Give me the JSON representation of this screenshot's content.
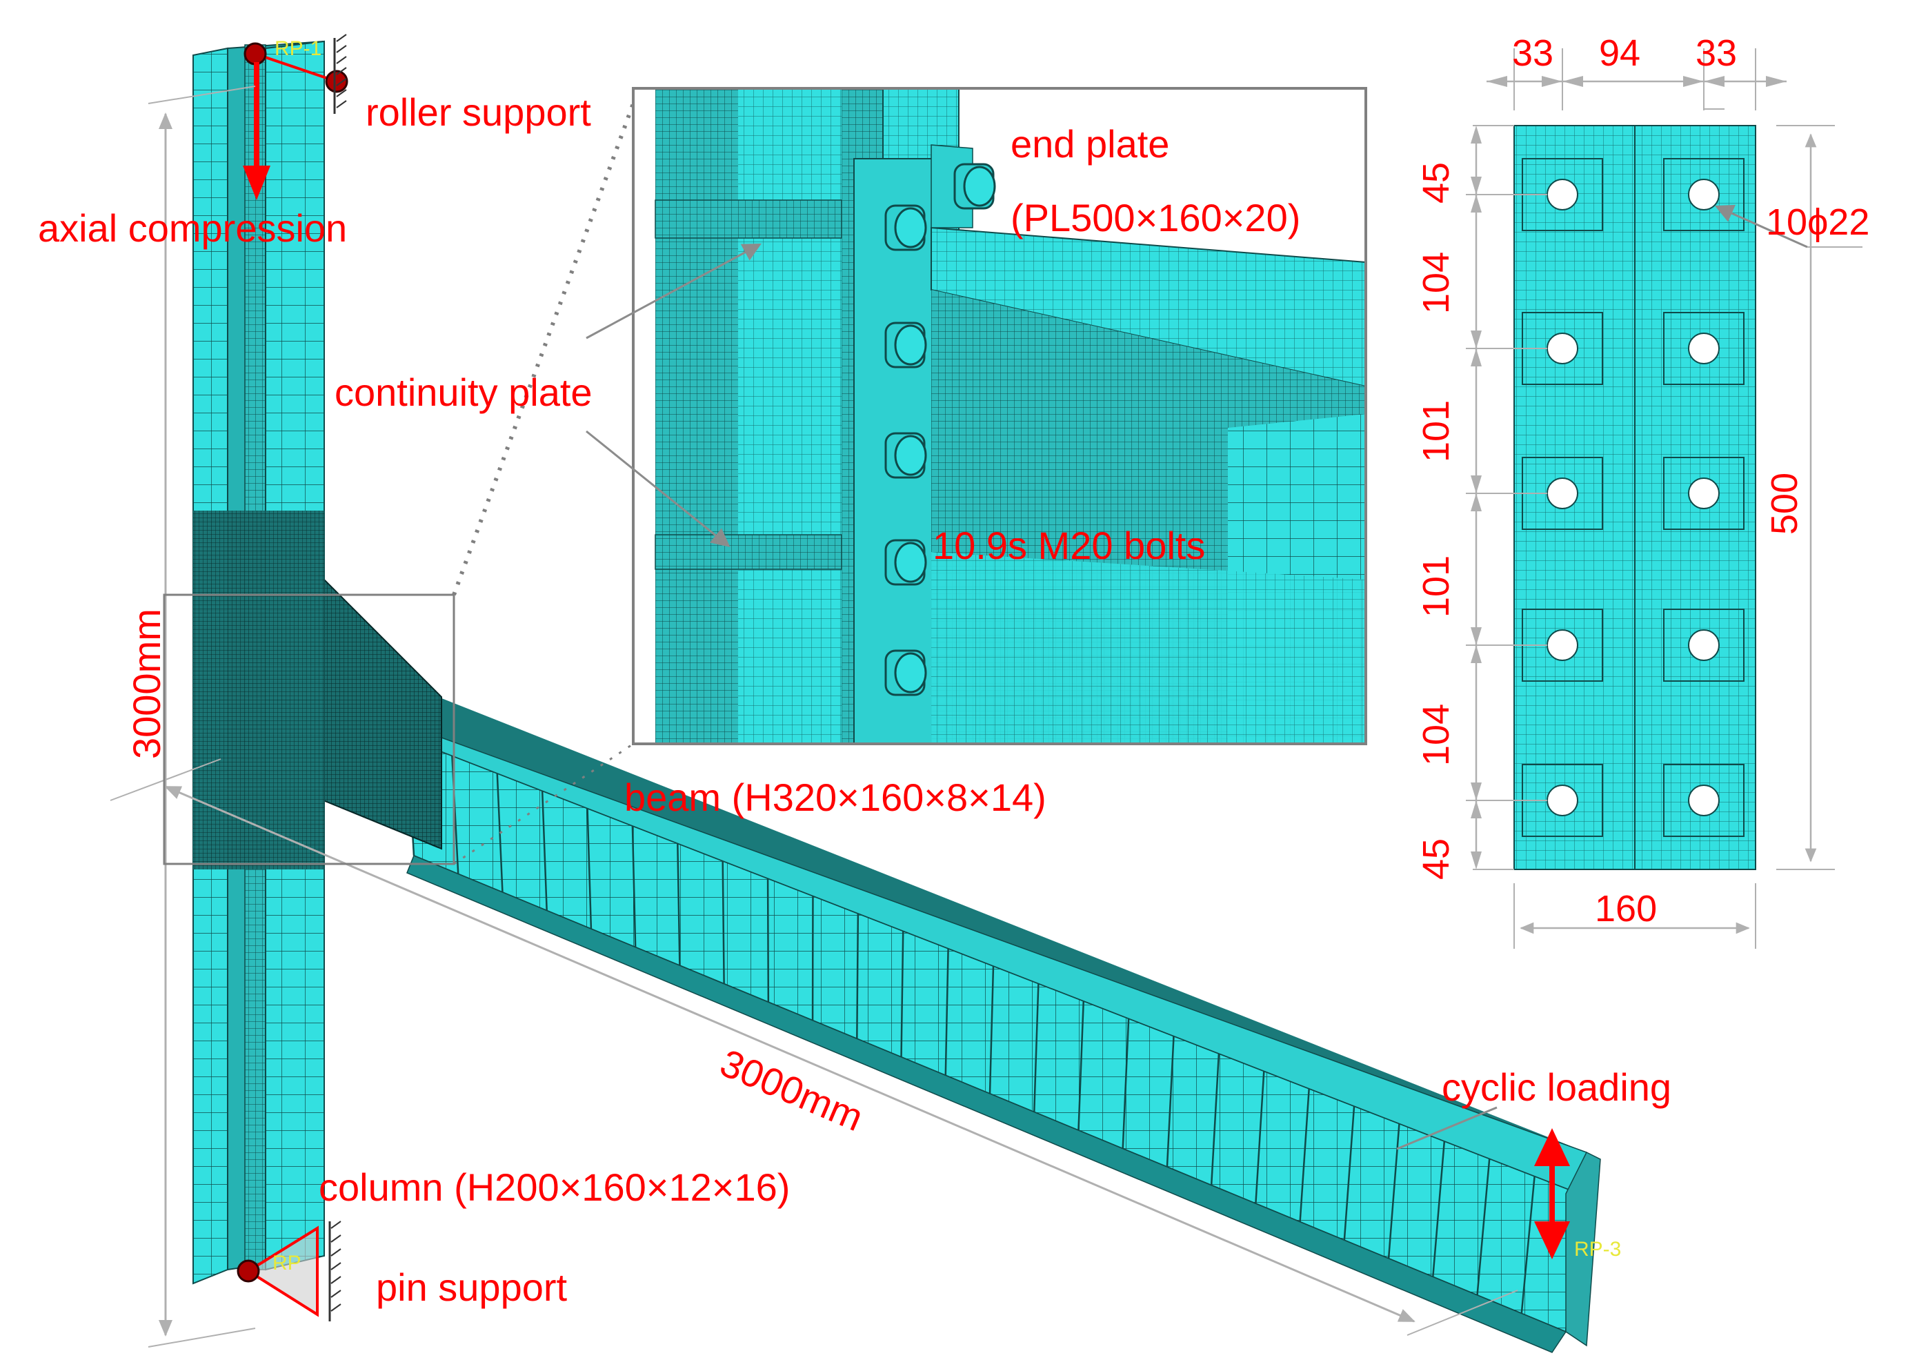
{
  "labels": {
    "roller_support": "roller support",
    "axial_compression": "axial compression",
    "continuity_plate": "continuity plate",
    "end_plate": "end plate",
    "end_plate_size": "(PL500×160×20)",
    "bolts": "10.9s M20 bolts",
    "beam": "beam (H320×160×8×14)",
    "column": "column (H200×160×12×16)",
    "pin_support": "pin support",
    "cyclic_loading": "cyclic loading",
    "column_height": "3000mm",
    "beam_length": "3000mm"
  },
  "ref_points": {
    "top": "RP-1",
    "bottom": "RP",
    "beam_tip": "RP-3"
  },
  "plate_dims": {
    "top": [
      "33",
      "94",
      "33"
    ],
    "left": [
      "45",
      "104",
      "101",
      "101",
      "104",
      "45"
    ],
    "height": "500",
    "width": "160",
    "holes": "10ϕ22"
  },
  "colors": {
    "mesh": "#33e0e0",
    "annotation": "#ff0000",
    "leader": "#8c8c8c"
  }
}
